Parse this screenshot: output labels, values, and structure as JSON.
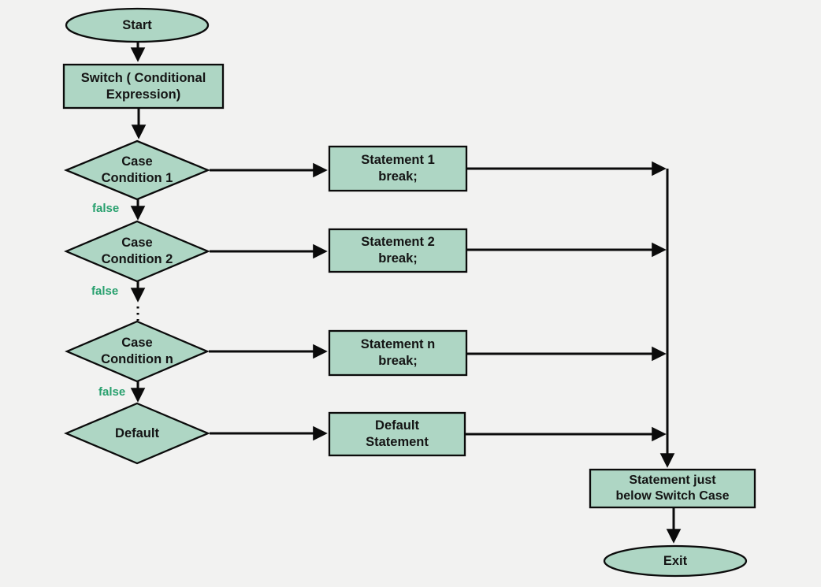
{
  "diagram": {
    "description": "Flowchart of switch-case conditional control flow"
  },
  "colors": {
    "background": "#f2f2f1",
    "shape_fill": "#aed6c4",
    "shape_border": "#0b0b0b",
    "text": "#141414",
    "false_label": "#28a06e",
    "arrow": "#0b0b0b"
  },
  "nodes": {
    "start": {
      "shape": "ellipse",
      "label": "Start"
    },
    "switch": {
      "shape": "rectangle",
      "lines": [
        "Switch ( Conditional",
        "Expression)"
      ]
    },
    "case1": {
      "shape": "diamond",
      "lines": [
        "Case",
        "Condition 1"
      ]
    },
    "case2": {
      "shape": "diamond",
      "lines": [
        "Case",
        "Condition 2"
      ]
    },
    "casen": {
      "shape": "diamond",
      "lines": [
        "Case",
        "Condition n"
      ]
    },
    "default_case": {
      "shape": "diamond",
      "label": "Default"
    },
    "statement1": {
      "shape": "rectangle",
      "lines": [
        "Statement 1",
        "break;"
      ]
    },
    "statement2": {
      "shape": "rectangle",
      "lines": [
        "Statement 2",
        "break;"
      ]
    },
    "statementn": {
      "shape": "rectangle",
      "lines": [
        "Statement n",
        "break;"
      ]
    },
    "default_statement": {
      "shape": "rectangle",
      "lines": [
        "Default",
        "Statement"
      ]
    },
    "below_switch": {
      "shape": "rectangle",
      "lines": [
        "Statement just",
        "below Switch Case"
      ]
    },
    "exit": {
      "shape": "ellipse",
      "label": "Exit"
    }
  },
  "edge_labels": {
    "case1_false": "false",
    "case2_false": "false",
    "casen_false": "false"
  }
}
